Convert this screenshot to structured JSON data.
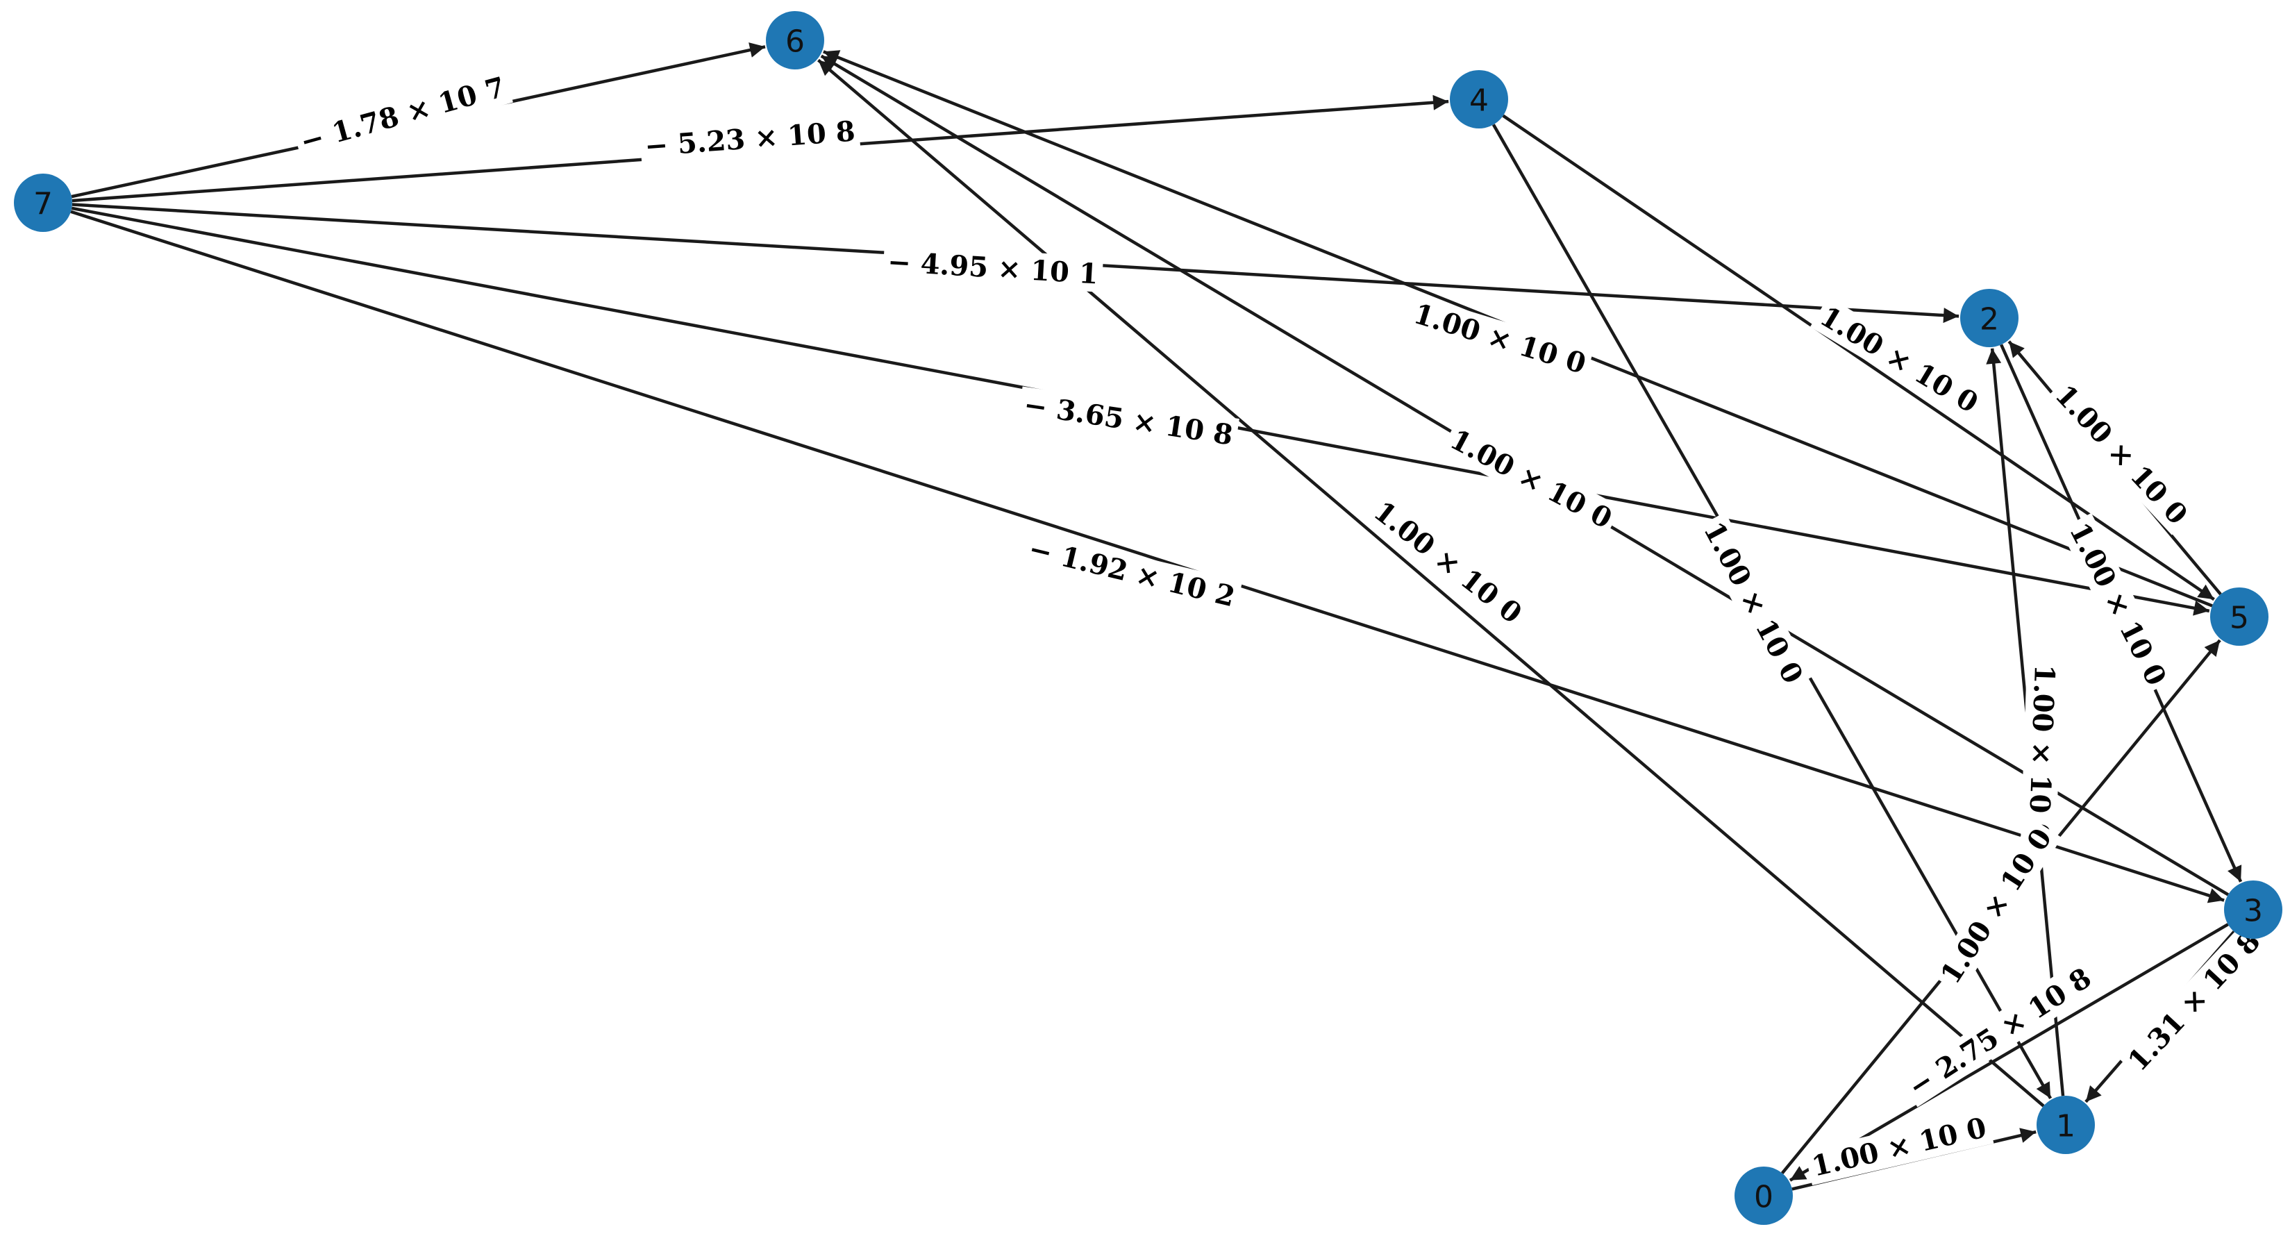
{
  "graph": {
    "directed": true,
    "node_color": "#1f77b4",
    "edge_color": "#1a1a1a",
    "nodes": [
      "0",
      "1",
      "2",
      "3",
      "4",
      "5",
      "6",
      "7"
    ],
    "edges": [
      {
        "source": "7",
        "target": "6",
        "label": "− 1.78 × 10 7"
      },
      {
        "source": "7",
        "target": "4",
        "label": "− 5.23 × 10 8"
      },
      {
        "source": "7",
        "target": "2",
        "label": "− 4.95 × 10 1"
      },
      {
        "source": "7",
        "target": "5",
        "label": "− 3.65 × 10 8"
      },
      {
        "source": "7",
        "target": "3",
        "label": "− 1.92 × 10 2"
      },
      {
        "source": "5",
        "target": "6",
        "label": "1.00 × 10 0"
      },
      {
        "source": "3",
        "target": "6",
        "label": "1.00 × 10 0"
      },
      {
        "source": "1",
        "target": "6",
        "label": "1.00 × 10 0"
      },
      {
        "source": "4",
        "target": "5",
        "label": "1.00 × 10 0"
      },
      {
        "source": "4",
        "target": "1",
        "label": "1.00 × 10 0"
      },
      {
        "source": "5",
        "target": "2",
        "label": "1.00 × 10 0"
      },
      {
        "source": "2",
        "target": "3",
        "label": "1.00 × 10 0"
      },
      {
        "source": "1",
        "target": "2",
        "label": "1.00 × 10 0"
      },
      {
        "source": "0",
        "target": "5",
        "label": "1.00 × 10 0"
      },
      {
        "source": "0",
        "target": "1",
        "label": "1.00 × 10 0"
      },
      {
        "source": "3",
        "target": "0",
        "label": "− 2.75 × 10 8"
      },
      {
        "source": "3",
        "target": "1",
        "label": "1.31 × 10 8"
      }
    ]
  }
}
